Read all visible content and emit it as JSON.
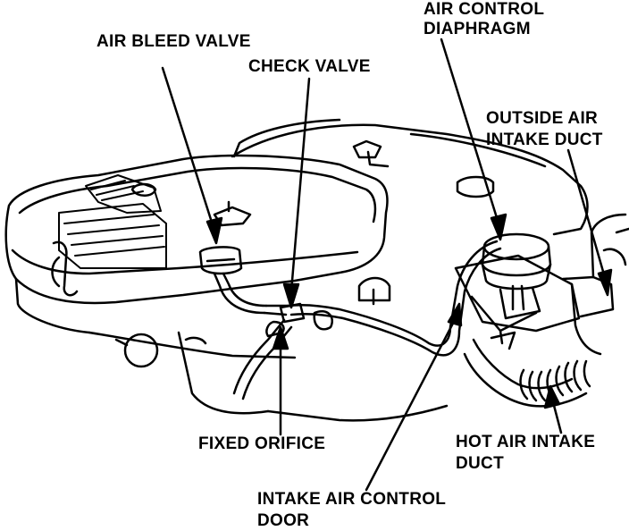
{
  "labels": {
    "air_bleed_valve": "AIR BLEED VALVE",
    "check_valve": "CHECK VALVE",
    "air_control_diaphragm": [
      "AIR CONTROL",
      "DIAPHRAGM"
    ],
    "outside_air_intake_duct": [
      "OUTSIDE AIR",
      "INTAKE DUCT"
    ],
    "fixed_orifice": "FIXED ORIFICE",
    "hot_air_intake_duct": [
      "HOT AIR INTAKE",
      "DUCT"
    ],
    "intake_air_control_door": [
      "INTAKE AIR CONTROL",
      "DOOR"
    ]
  },
  "colors": {
    "ink": "#000000",
    "paper": "#ffffff"
  }
}
